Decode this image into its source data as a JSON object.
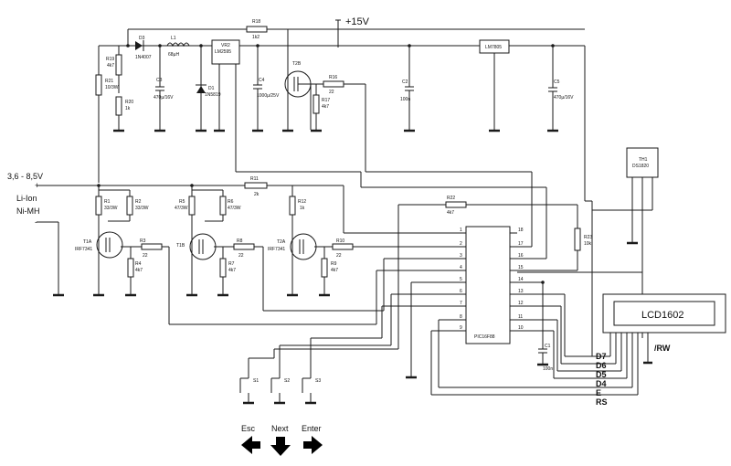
{
  "supply": {
    "v15": "+15V",
    "vin": "3,6 - 8,5V",
    "plus": "+",
    "minus": "-",
    "chem1": "Li-Ion",
    "chem2": "Ni-MH"
  },
  "components": {
    "D3": {
      "ref": "D3",
      "val": "1N4007"
    },
    "L1": {
      "ref": "L1",
      "val": "68µH"
    },
    "VR2": {
      "ref": "VR2",
      "val": "LM2595"
    },
    "R18": {
      "ref": "R18",
      "val": "1k2"
    },
    "R19": {
      "ref": "R19",
      "val": "4k7"
    },
    "R21": {
      "ref": "R21",
      "val": "10/3W"
    },
    "R20": {
      "ref": "R20",
      "val": "1k"
    },
    "C3": {
      "ref": "C3",
      "val": "470µ/16V"
    },
    "D1": {
      "ref": "D1",
      "val": "1N5819"
    },
    "C4": {
      "ref": "C4",
      "val": "1000µ/25V"
    },
    "T2B": {
      "ref": "T2B",
      "val": ""
    },
    "R16": {
      "ref": "R16",
      "val": "22"
    },
    "R17": {
      "ref": "R17",
      "val": "4k7"
    },
    "LM7805": {
      "ref": "LM7805",
      "val": ""
    },
    "C2": {
      "ref": "C2",
      "val": "100n"
    },
    "C5": {
      "ref": "C5",
      "val": "470µ/16V"
    },
    "TH1": {
      "ref": "TH1",
      "val": "DS1820"
    },
    "R11": {
      "ref": "R11",
      "val": "2k"
    },
    "R1": {
      "ref": "R1",
      "val": "33/3W"
    },
    "R2": {
      "ref": "R2",
      "val": "33/3W"
    },
    "R5": {
      "ref": "R5",
      "val": "47/3W"
    },
    "R6": {
      "ref": "R6",
      "val": "47/3W"
    },
    "R12": {
      "ref": "R12",
      "val": "1k"
    },
    "R22": {
      "ref": "R22",
      "val": "4k7"
    },
    "R23": {
      "ref": "R23",
      "val": "10k"
    },
    "T1A": {
      "ref": "T1A",
      "val": "IRF7341"
    },
    "T1B": {
      "ref": "T1B",
      "val": ""
    },
    "T2A": {
      "ref": "T2A",
      "val": "IRF7341"
    },
    "R3": {
      "ref": "R3",
      "val": "22"
    },
    "R4": {
      "ref": "R4",
      "val": "4k7"
    },
    "R8": {
      "ref": "R8",
      "val": "22"
    },
    "R7": {
      "ref": "R7",
      "val": "4k7"
    },
    "R10": {
      "ref": "R10",
      "val": "22"
    },
    "R9": {
      "ref": "R9",
      "val": "4k7"
    },
    "C1": {
      "ref": "C1",
      "val": "100n"
    },
    "MCU": {
      "ref": "PIC16F88",
      "val": ""
    },
    "LCD": {
      "ref": "LCD1602",
      "val": ""
    },
    "S1": {
      "ref": "S1",
      "val": ""
    },
    "S2": {
      "ref": "S2",
      "val": ""
    },
    "S3": {
      "ref": "S3",
      "val": ""
    }
  },
  "mcu_pins_left": [
    "1",
    "2",
    "3",
    "4",
    "5",
    "6",
    "7",
    "8",
    "9"
  ],
  "mcu_pins_right": [
    "18",
    "17",
    "16",
    "15",
    "14",
    "13",
    "12",
    "11",
    "10"
  ],
  "lcd_bus": {
    "d7": "D7",
    "d6": "D6",
    "d5": "D5",
    "d4": "D4",
    "e": "E",
    "rs": "RS",
    "rw": "/RW"
  },
  "buttons": {
    "esc": "Esc",
    "next": "Next",
    "enter": "Enter"
  },
  "icons": [
    "arrow-left-icon",
    "arrow-down-icon",
    "arrow-right-icon"
  ]
}
